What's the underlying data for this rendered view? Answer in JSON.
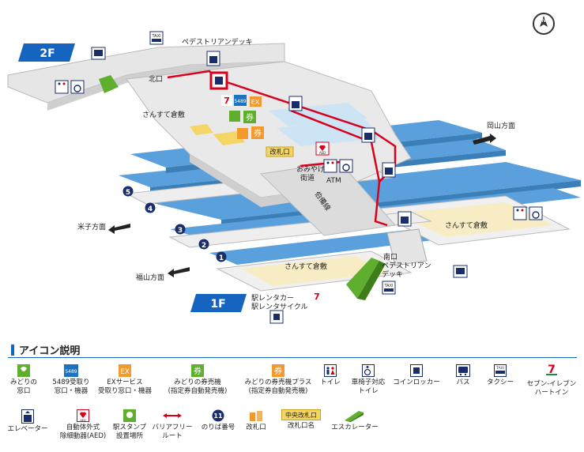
{
  "floors": {
    "upper": "2F",
    "lower": "1F"
  },
  "compass": "N",
  "labels": {
    "ped_deck_north": "ペデストリアンデッキ",
    "north_gate": "北口",
    "sansu_2f": "さんすて倉敷",
    "okayama": "岡山方面",
    "ticket_gate": "改札口",
    "omiyage": "おみやげ",
    "kaido": "街道",
    "atm": "ATM",
    "hakubi": "伯備線",
    "sansu_1f_east": "さんすて倉敷",
    "yonago": "米子方面",
    "fukuyama": "福山方面",
    "sansu_1f_south": "さんすて倉敷",
    "south_gate": "南口",
    "ped_deck_south_1": "ペデストリアン",
    "ped_deck_south_2": "デッキ",
    "rent_car": "駅レンタカー",
    "rent_cycle": "駅レンタサイクル",
    "icon_5489": "5489",
    "icon_ex": "EX",
    "icon_ken": "券",
    "icon_aed": "AED",
    "icon_taxi": "TAXI"
  },
  "platforms": [
    "5",
    "4",
    "3",
    "2",
    "1"
  ],
  "legend": {
    "title": "アイコン説明",
    "items": [
      {
        "id": "midori",
        "l1": "みどりの",
        "l2": "窓口"
      },
      {
        "id": "5489",
        "l1": "5489受取り",
        "l2": "窓口・機器"
      },
      {
        "id": "ex",
        "l1": "EXサービス",
        "l2": "受取り窓口・機器"
      },
      {
        "id": "ken",
        "l1": "みどりの券売機",
        "l2": "(指定券自動発売機)"
      },
      {
        "id": "kenplus",
        "l1": "みどりの券売機プラス",
        "l2": "(指定券自動発売機)"
      },
      {
        "id": "toilet",
        "l1": "トイレ",
        "l2": ""
      },
      {
        "id": "wheel",
        "l1": "車椅子対応",
        "l2": "トイレ"
      },
      {
        "id": "locker",
        "l1": "コインロッカー",
        "l2": ""
      },
      {
        "id": "bus",
        "l1": "バス",
        "l2": ""
      },
      {
        "id": "taxi",
        "l1": "タクシー",
        "l2": ""
      },
      {
        "id": "seven",
        "l1": "セブン-イレブン",
        "l2": "ハートイン"
      },
      {
        "id": "elev",
        "l1": "エレベーター",
        "l2": ""
      },
      {
        "id": "aed",
        "l1": "自動体外式",
        "l2": "除細動器(AED)"
      },
      {
        "id": "stamp",
        "l1": "駅スタンプ",
        "l2": "設置場所"
      },
      {
        "id": "barrier",
        "l1": "バリアフリー",
        "l2": "ルート"
      },
      {
        "id": "track",
        "l1": "のりば番号",
        "l2": ""
      },
      {
        "id": "gate",
        "l1": "改札口",
        "l2": ""
      },
      {
        "id": "gatename",
        "l1": "改札口名",
        "l2": ""
      },
      {
        "id": "escal",
        "l1": "エスカレーター",
        "l2": ""
      }
    ],
    "samples": {
      "ken": "券",
      "aed": "AED",
      "track": "11",
      "gatename": "中央改札口",
      "ex": "EX",
      "n5489": "5489",
      "taxi": "TAXI"
    }
  },
  "colors": {
    "accent": "#1565c0",
    "route": "#d9001b",
    "floor_gray": "#e6e6e6",
    "track_blue": "#5aa0dc",
    "shop_beige": "#f7ecc4",
    "green": "#5fae2e",
    "orange": "#f29a2e"
  }
}
